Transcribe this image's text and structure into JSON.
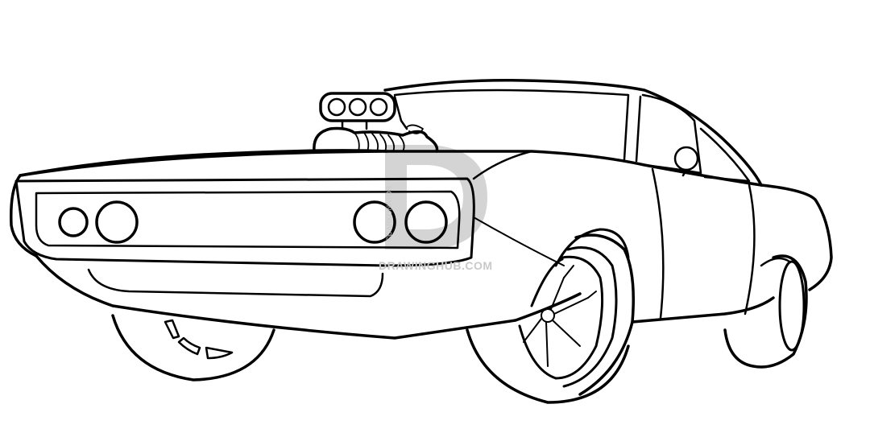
{
  "image": {
    "subject": "Line drawing of a classic muscle car with a supercharged engine (blower) protruding from the hood",
    "style": "black outline coloring-page illustration on white background",
    "background_color": "#ffffff",
    "line_color": "#000000"
  },
  "watermark": {
    "logo_letter": "D",
    "logo_color": "#c9c9c9",
    "site_text": "DRAWINGHUB.COM",
    "credit_text": "©DARKONATOR"
  }
}
